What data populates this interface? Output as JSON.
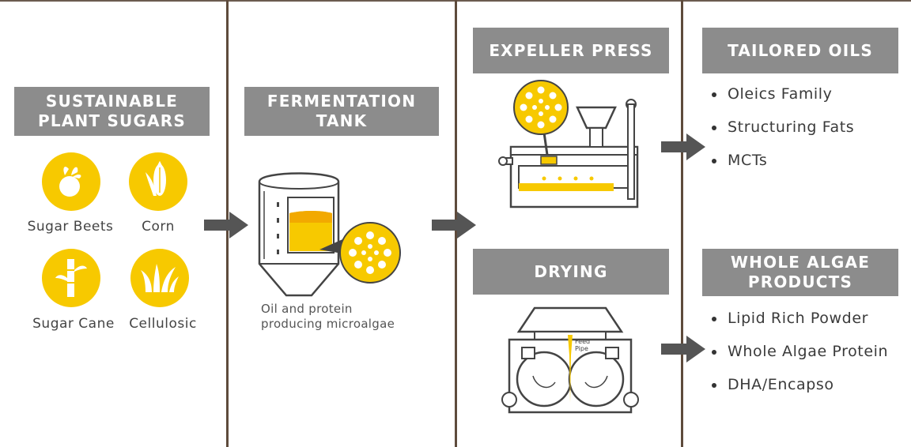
{
  "columns": {
    "sugars": {
      "title": "SUSTAINABLE\nPLANT SUGARS",
      "items": [
        {
          "label": "Sugar Beets",
          "icon": "sugar-beet-icon"
        },
        {
          "label": "Corn",
          "icon": "corn-icon"
        },
        {
          "label": "Sugar Cane",
          "icon": "sugar-cane-icon"
        },
        {
          "label": "Cellulosic",
          "icon": "cellulosic-icon"
        }
      ]
    },
    "fermentation": {
      "title": "FERMENTATION\nTANK",
      "caption": "Oil and protein\nproducing microalgae"
    },
    "processing": {
      "press_title": "EXPELLER PRESS",
      "drying_title": "DRYING",
      "feed_pipe_label": "Feed\nPipe"
    },
    "outputs": {
      "oils_title": "TAILORED OILS",
      "oils_items": [
        "Oleics Family",
        "Structuring Fats",
        "MCTs"
      ],
      "whole_title": "WHOLE ALGAE\nPRODUCTS",
      "whole_items": [
        "Lipid Rich Powder",
        "Whole Algae Protein",
        "DHA/Encapso"
      ]
    }
  },
  "colors": {
    "accent_yellow": "#f7c900",
    "header_gray": "#8c8c8c",
    "divider_brown": "#5e4b3c",
    "arrow_gray": "#555555"
  }
}
